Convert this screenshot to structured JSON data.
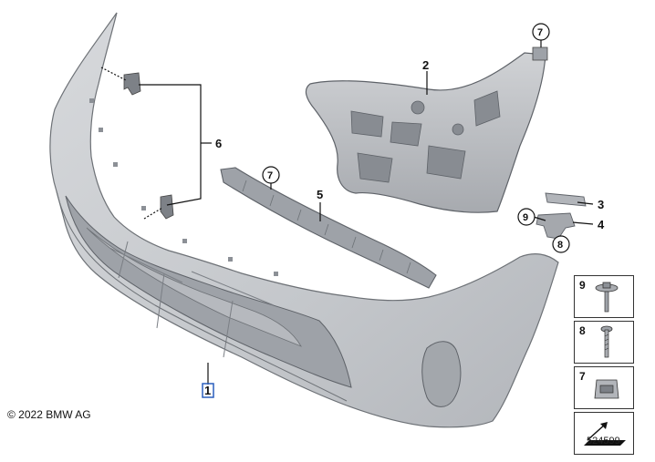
{
  "callouts": {
    "c1": "1",
    "c2": "2",
    "c3": "3",
    "c4": "4",
    "c5": "5",
    "c6": "6",
    "c7a": "7",
    "c7b": "7",
    "c8": "8",
    "c9": "9"
  },
  "legend": {
    "items": [
      {
        "number": "9",
        "icon": "screw-with-washer-icon"
      },
      {
        "number": "8",
        "icon": "screw-icon"
      },
      {
        "number": "7",
        "icon": "clip-nut-icon"
      }
    ],
    "arrow_icon": "arrow-icon"
  },
  "footer": {
    "copyright": "© 2022 BMW AG",
    "ref_number": "524599"
  },
  "colors": {
    "part_fill": "#c9cbcf",
    "part_shade": "#a9acb1",
    "part_dark": "#8c9096",
    "highlight_box": "#2a5fbd"
  }
}
